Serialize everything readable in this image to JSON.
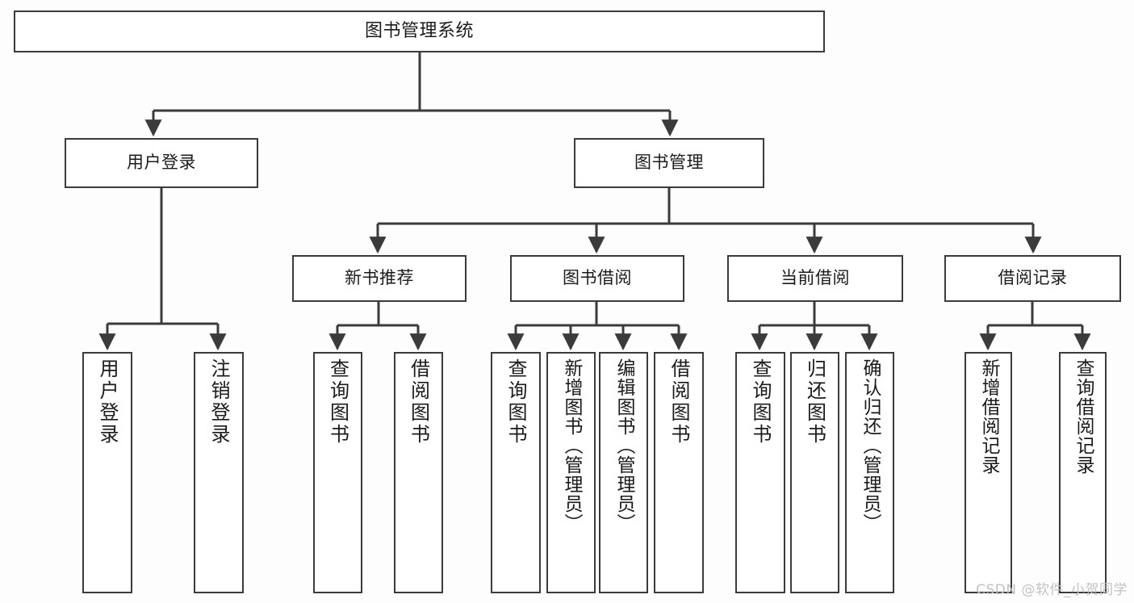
{
  "diagram": {
    "type": "tree",
    "title": "图书管理系统",
    "orientation": "top-down",
    "colors": {
      "border": "#3b3b3b",
      "node_fill": "#ffffff",
      "text": "#1b1b1b",
      "connector": "#3b3b3b",
      "background": "#fdfdfd",
      "watermark": "#c2c2c2"
    },
    "nodes": {
      "root": {
        "label": "图书管理系统"
      },
      "level2": [
        {
          "label": "用户登录"
        },
        {
          "label": "图书管理"
        }
      ],
      "level3": [
        {
          "label": "新书推荐"
        },
        {
          "label": "图书借阅"
        },
        {
          "label": "当前借阅"
        },
        {
          "label": "借阅记录"
        }
      ],
      "leaves": {
        "user_login": [
          {
            "label": "用户登录"
          },
          {
            "label": "注销登录"
          }
        ],
        "new_book_recommend": [
          {
            "label": "查询图书"
          },
          {
            "label": "借阅图书"
          }
        ],
        "book_borrow": [
          {
            "label": "查询图书"
          },
          {
            "label": "新增图书（管理员）"
          },
          {
            "label": "编辑图书（管理员）"
          },
          {
            "label": "借阅图书"
          }
        ],
        "current_borrow": [
          {
            "label": "查询图书"
          },
          {
            "label": "归还图书"
          },
          {
            "label": "确认归还（管理员）"
          }
        ],
        "borrow_record": [
          {
            "label": "新增借阅记录"
          },
          {
            "label": "查询借阅记录"
          }
        ]
      }
    }
  },
  "watermark": {
    "text": "CSDN @软件_小贺同学"
  }
}
